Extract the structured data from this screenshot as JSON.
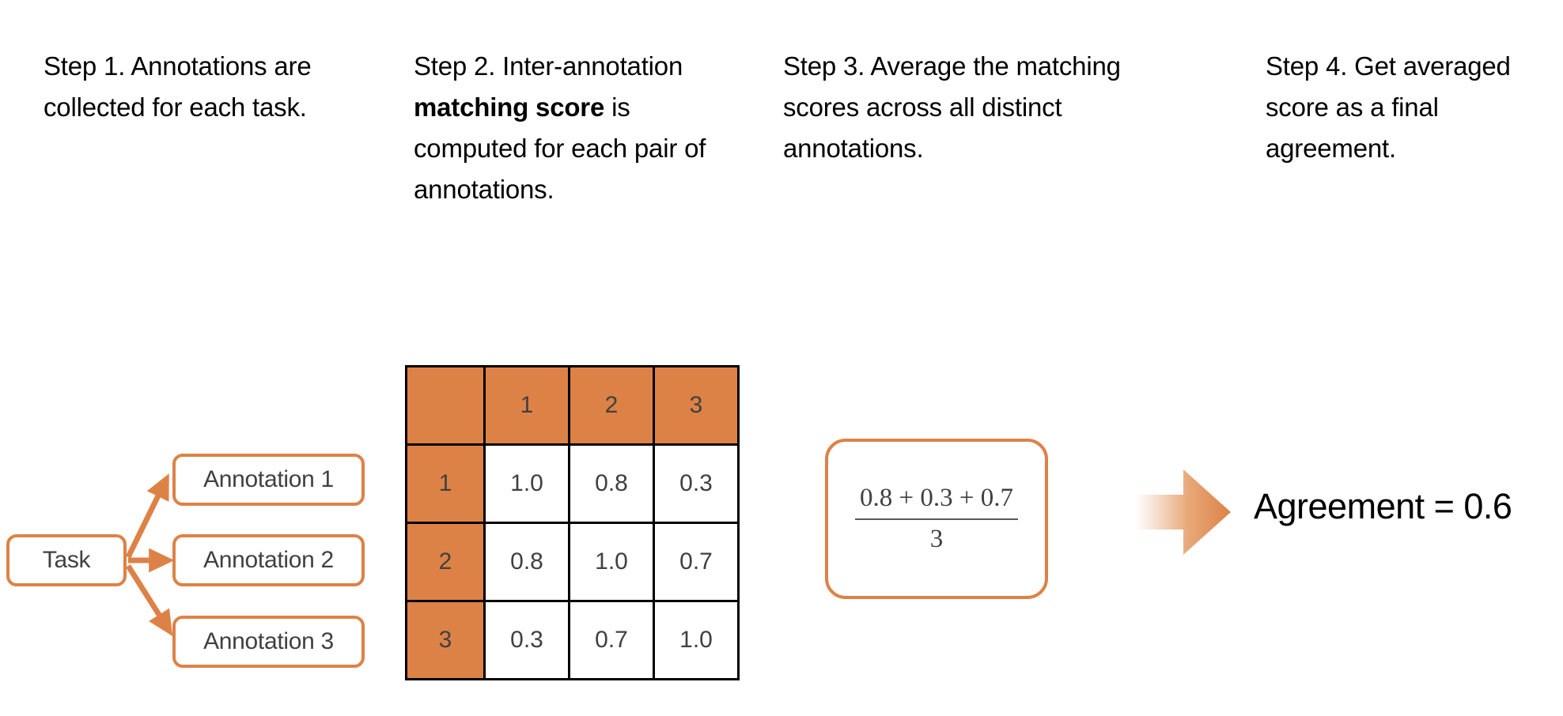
{
  "steps": [
    {
      "id": "step-1",
      "text": "Step 1. Annotations are collected for each task."
    },
    {
      "id": "step-2",
      "prefix": "Step 2. Inter-annotation ",
      "emphasis": "matching score",
      "suffix": " is computed for each pair of annotations."
    },
    {
      "id": "step-3",
      "text": "Step 3. Average the matching scores across all distinct annotations."
    },
    {
      "id": "step-4",
      "text": "Step 4. Get averaged score as a final agreement."
    }
  ],
  "flow": {
    "source_label": "Task",
    "targets": [
      {
        "label": "Annotation 1"
      },
      {
        "label": "Annotation 2"
      },
      {
        "label": "Annotation 3"
      }
    ]
  },
  "matrix": {
    "corner_label": "",
    "column_headers": [
      "1",
      "2",
      "3"
    ],
    "row_headers": [
      "1",
      "2",
      "3"
    ],
    "rows": [
      [
        "1.0",
        "0.8",
        "0.3"
      ],
      [
        "0.8",
        "1.0",
        "0.7"
      ],
      [
        "0.3",
        "0.7",
        "1.0"
      ]
    ]
  },
  "formula": {
    "numerator": "0.8 + 0.3 + 0.7",
    "denominator": "3"
  },
  "result": {
    "text": "Agreement = 0.6"
  },
  "colors": {
    "accent_orange": "#DD8247",
    "header_fill": "#DD8247",
    "grid_line": "#000000",
    "text_gray": "#404040",
    "text_black": "#000000",
    "page_background": "#FFFFFF"
  }
}
